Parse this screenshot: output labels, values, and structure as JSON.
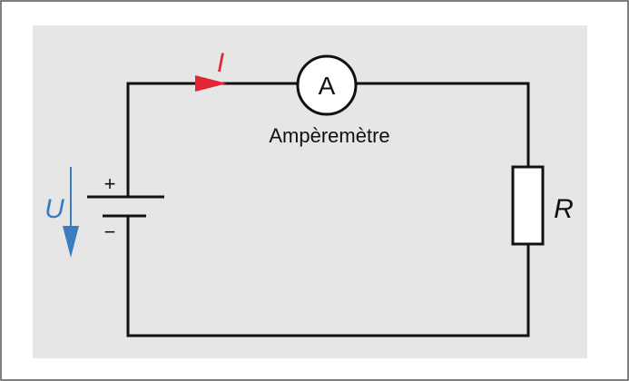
{
  "circuit": {
    "current_symbol": "I",
    "voltage_symbol": "U",
    "ammeter_symbol": "A",
    "ammeter_label": "Ampèremètre",
    "resistor_symbol": "R",
    "battery_plus": "+",
    "battery_minus": "−"
  },
  "colors": {
    "panel_background": "#e6e6e6",
    "outer_border": "#555555",
    "wire": "#111111",
    "current_arrow": "#e32636",
    "voltage_arrow": "#3a7dbf",
    "component_fill": "#ffffff"
  }
}
